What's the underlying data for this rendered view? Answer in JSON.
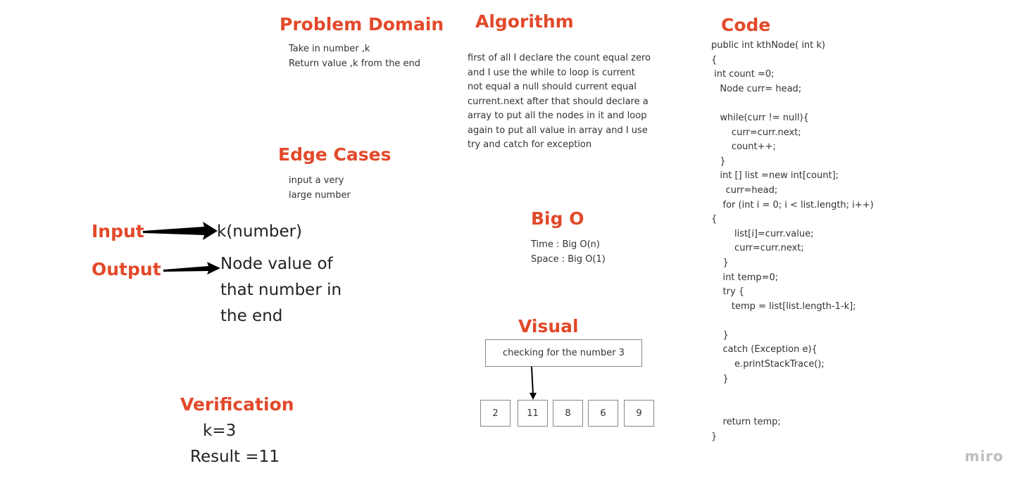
{
  "problem_domain": {
    "title": "Problem Domain",
    "lines": [
      "Take in number ,k",
      "Return value ,k from the end"
    ]
  },
  "algorithm": {
    "title": "Algorithm",
    "lines": [
      "first of all I declare the count equal zero",
      "and I use the while to loop is current",
      "not equal a null should current equal",
      "current.next after that should declare a",
      "array to put all the nodes in it and loop",
      "again to put all value in array and I use",
      "try and catch for exception"
    ]
  },
  "code": {
    "title": "Code",
    "lines": [
      "public int kthNode( int k)",
      "{",
      " int count =0;",
      "   Node curr= head;",
      "",
      "   while(curr != null){",
      "       curr=curr.next;",
      "       count++;",
      "   }",
      "   int [] list =new int[count];",
      "     curr=head;",
      "    for (int i = 0; i < list.length; i++)",
      "{",
      "        list[i]=curr.value;",
      "        curr=curr.next;",
      "    }",
      "    int temp=0;",
      "    try {",
      "       temp = list[list.length-1-k];",
      "",
      "    }",
      "    catch (Exception e){",
      "        e.printStackTrace();",
      "    }",
      "",
      "",
      "    return temp;",
      "}"
    ]
  },
  "edge_cases": {
    "title": "Edge Cases",
    "lines": [
      "input a very",
      "large number"
    ]
  },
  "io": {
    "input_label": "Input",
    "input_value": "k(number)",
    "output_label": "Output",
    "output_lines": [
      "Node value of",
      "that number in",
      "the end"
    ]
  },
  "big_o": {
    "title": "Big O",
    "time": "Time : Big O(n)",
    "space": "Space : Big O(1)"
  },
  "visual": {
    "title": "Visual",
    "caption": "checking for the number 3",
    "nodes": [
      "2",
      "11",
      "8",
      "6",
      "9"
    ],
    "pointed_index": 1
  },
  "verification": {
    "title": "Verification",
    "line1": "k=3",
    "line2": "Result =11"
  },
  "watermark": "miro",
  "colors": {
    "heading": "#e2492a",
    "text": "#333333",
    "arrow": "#000000",
    "watermark": "#bdbdbd"
  }
}
